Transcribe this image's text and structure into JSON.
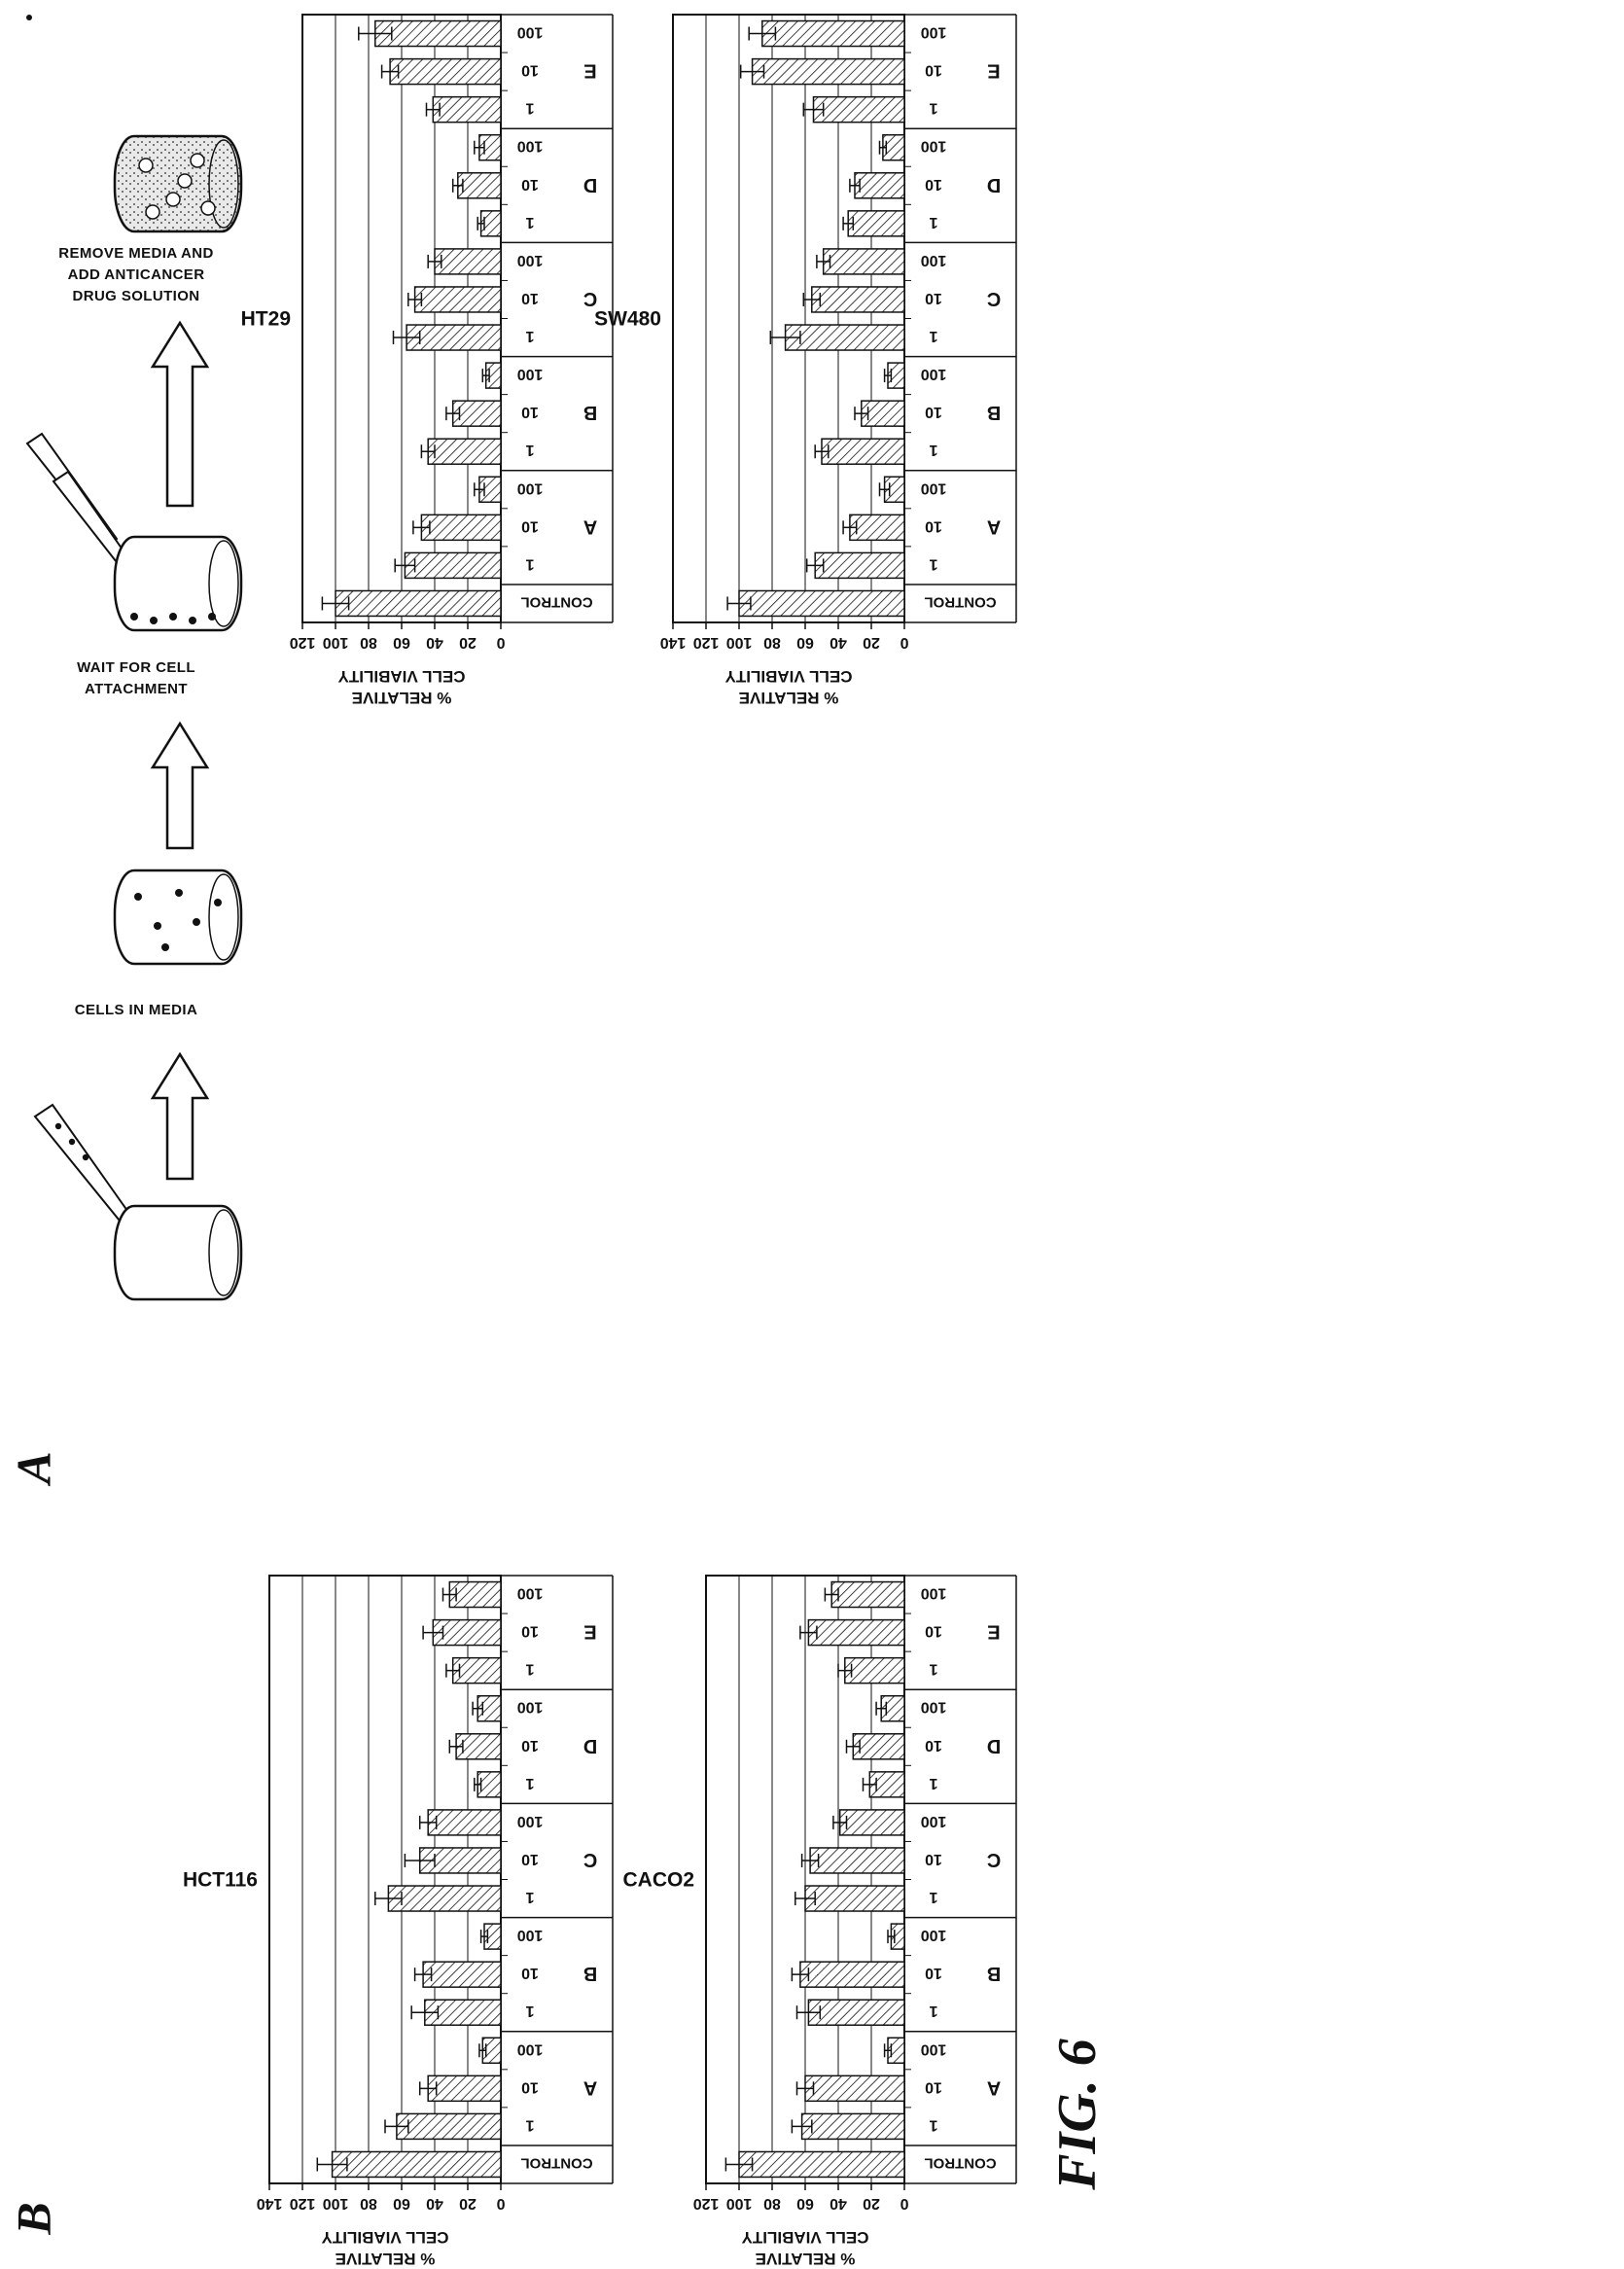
{
  "figure_label": "FIG. 6",
  "panel_a": {
    "label": "A",
    "step_labels": [
      {
        "lines": [
          "CELLS IN MEDIA"
        ]
      },
      {
        "lines": [
          "WAIT FOR CELL",
          "ATTACHMENT"
        ]
      },
      {
        "lines": [
          "REMOVE MEDIA AND",
          "ADD ANTICANCER",
          "DRUG SOLUTION"
        ]
      }
    ],
    "icons": [
      "pipette-with-cells-icon",
      "empty-dish-icon",
      "dish-with-cells-icon",
      "dish-attached-cells-with-pipettes-icon",
      "dish-drug-solution-icon",
      "up-block-arrow-icon"
    ]
  },
  "panel_b": {
    "label": "B",
    "axis_caption_lines": [
      "% RELATIVE",
      "CELL VIABILITY"
    ],
    "control_label": "CONTROL",
    "concentrations": [
      "1",
      "10",
      "100"
    ],
    "drug_groups": [
      "A",
      "B",
      "C",
      "D",
      "E"
    ]
  },
  "chart_data": [
    {
      "type": "bar",
      "title": "HT29",
      "ylabel": "% RELATIVE CELL VIABILITY",
      "ylim": [
        0,
        120
      ],
      "yticks": [
        0,
        20,
        40,
        60,
        80,
        100,
        120
      ],
      "categories": [
        "CONTROL",
        "A 1",
        "A 10",
        "A 100",
        "B 1",
        "B 10",
        "B 100",
        "C 1",
        "C 10",
        "C 100",
        "D 1",
        "D 10",
        "D 100",
        "E 1",
        "E 10",
        "E 100"
      ],
      "values": [
        100,
        58,
        48,
        13,
        44,
        29,
        9,
        57,
        52,
        40,
        12,
        26,
        13,
        41,
        67,
        76
      ],
      "errors": [
        8,
        6,
        5,
        3,
        4,
        4,
        2,
        8,
        4,
        4,
        2,
        3,
        3,
        4,
        5,
        10
      ]
    },
    {
      "type": "bar",
      "title": "SW480",
      "ylabel": "% RELATIVE CELL VIABILITY",
      "ylim": [
        0,
        140
      ],
      "yticks": [
        0,
        20,
        40,
        60,
        80,
        100,
        120,
        140
      ],
      "categories": [
        "CONTROL",
        "A 1",
        "A 10",
        "A 100",
        "B 1",
        "B 10",
        "B 100",
        "C 1",
        "C 10",
        "C 100",
        "D 1",
        "D 10",
        "D 100",
        "E 1",
        "E 10",
        "E 100"
      ],
      "values": [
        100,
        54,
        33,
        12,
        50,
        26,
        10,
        72,
        56,
        49,
        34,
        30,
        13,
        55,
        92,
        86
      ],
      "errors": [
        7,
        5,
        4,
        3,
        4,
        4,
        2,
        9,
        5,
        4,
        3,
        3,
        2,
        6,
        7,
        8
      ]
    },
    {
      "type": "bar",
      "title": "HCT116",
      "ylabel": "% RELATIVE CELL VIABILITY",
      "ylim": [
        0,
        140
      ],
      "yticks": [
        0,
        20,
        40,
        60,
        80,
        100,
        120,
        140
      ],
      "categories": [
        "CONTROL",
        "A 1",
        "A 10",
        "A 100",
        "B 1",
        "B 10",
        "B 100",
        "C 1",
        "C 10",
        "C 100",
        "D 1",
        "D 10",
        "D 100",
        "E 1",
        "E 10",
        "E 100"
      ],
      "values": [
        102,
        63,
        44,
        11,
        46,
        47,
        10,
        68,
        49,
        44,
        14,
        27,
        14,
        29,
        41,
        31
      ],
      "errors": [
        9,
        7,
        5,
        2,
        8,
        5,
        2,
        8,
        9,
        5,
        2,
        4,
        3,
        4,
        6,
        4
      ]
    },
    {
      "type": "bar",
      "title": "CACO2",
      "ylabel": "% RELATIVE CELL VIABILITY",
      "ylim": [
        0,
        120
      ],
      "yticks": [
        0,
        20,
        40,
        60,
        80,
        100,
        120
      ],
      "categories": [
        "CONTROL",
        "A 1",
        "A 10",
        "A 100",
        "B 1",
        "B 10",
        "B 100",
        "C 1",
        "C 10",
        "C 100",
        "D 1",
        "D 10",
        "D 100",
        "E 1",
        "E 10",
        "E 100"
      ],
      "values": [
        100,
        62,
        60,
        10,
        58,
        63,
        8,
        60,
        57,
        39,
        21,
        31,
        14,
        36,
        58,
        44
      ],
      "errors": [
        8,
        6,
        5,
        2,
        7,
        5,
        2,
        6,
        5,
        4,
        4,
        4,
        3,
        4,
        5,
        4
      ]
    }
  ]
}
